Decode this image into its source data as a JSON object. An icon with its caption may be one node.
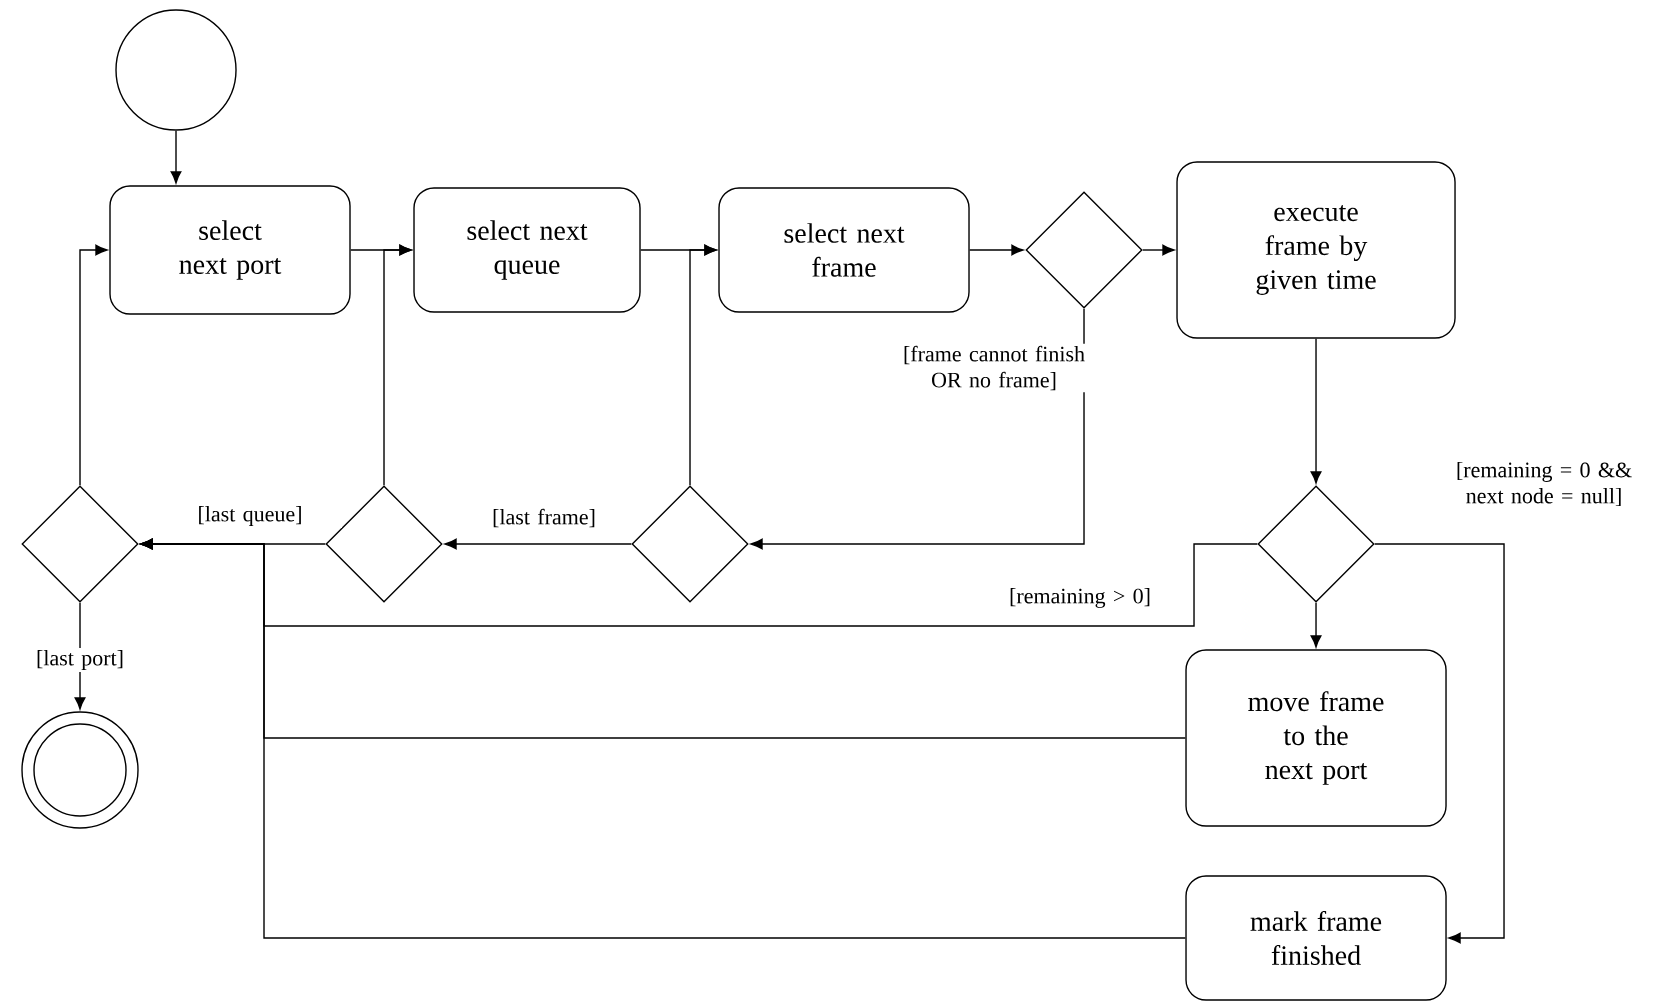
{
  "diagram": {
    "nodes": [
      {
        "text": [],
        "shape": "circle"
      },
      {
        "text": [
          "select next port"
        ]
      },
      {
        "text": [
          "select next queue"
        ]
      },
      {
        "text": [
          "select next frame"
        ]
      },
      {
        "text": [],
        "shape": "diamond"
      },
      {
        "text": [
          "execute frame by given time"
        ]
      },
      {
        "text": [],
        "shape": "diamond"
      },
      {
        "text": [
          "move frame to the next port"
        ]
      },
      {
        "text": [
          "mark frame finished"
        ]
      },
      {
        "text": [],
        "shape": "diamond"
      },
      {
        "text": [],
        "shape": "diamond"
      },
      {
        "text": [],
        "shape": "diamond"
      },
      {
        "text": [],
        "shape": "ring"
      }
    ],
    "edges": [
      {
        "from": 0,
        "to": 1,
        "arrow": "to"
      },
      {
        "from": 1,
        "to": 2,
        "arrow": "to"
      },
      {
        "from": 2,
        "to": 3,
        "arrow": "to"
      },
      {
        "from": 3,
        "to": 4,
        "arrow": "to"
      },
      {
        "from": 4,
        "to": 5,
        "arrow": "to"
      },
      {
        "from": 4,
        "to": 9,
        "arrow": "to",
        "label": "[frame cannot finish OR no frame]"
      },
      {
        "from": 5,
        "to": 6,
        "arrow": "to"
      },
      {
        "from": 6,
        "to": 7,
        "arrow": "to"
      },
      {
        "from": 6,
        "to": 8,
        "arrow": "to",
        "label": "[remaining = 0 && next node = null]"
      },
      {
        "from": 6,
        "to": 11,
        "arrow": "to",
        "label": "[remaining > 0]"
      },
      {
        "from": 7,
        "to": 11,
        "arrow": "to"
      },
      {
        "from": 8,
        "to": 11,
        "arrow": "to"
      },
      {
        "from": 9,
        "to": 10,
        "arrow": "to",
        "label": "[last frame]"
      },
      {
        "from": 10,
        "to": 11,
        "arrow": "to",
        "label": "[last queue]"
      },
      {
        "from": 9,
        "to": 3,
        "arrow": "to"
      },
      {
        "from": 10,
        "to": 2,
        "arrow": "to"
      },
      {
        "from": 11,
        "to": 1,
        "arrow": "to"
      },
      {
        "from": 11,
        "to": 12,
        "arrow": "to",
        "label": "[last port]"
      }
    ]
  }
}
